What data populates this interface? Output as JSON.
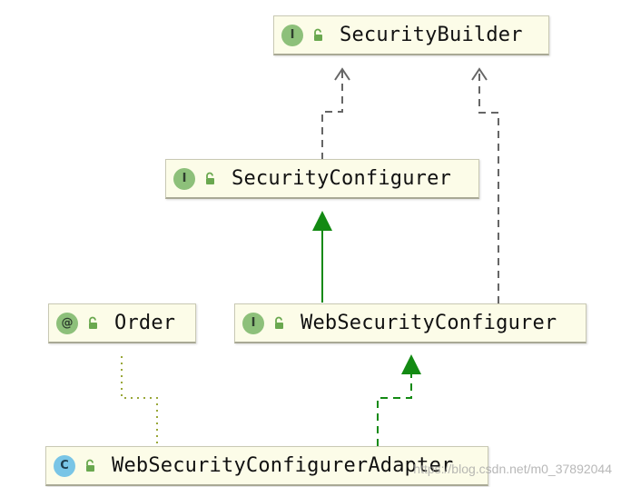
{
  "nodes": {
    "security_builder": {
      "kind": "I",
      "label": "SecurityBuilder"
    },
    "security_configurer": {
      "kind": "I",
      "label": "SecurityConfigurer"
    },
    "order": {
      "kind": "@",
      "label": "Order"
    },
    "web_security_configurer": {
      "kind": "I",
      "label": "WebSecurityConfigurer"
    },
    "web_security_configurer_adapter": {
      "kind": "C",
      "label": "WebSecurityConfigurerAdapter"
    }
  },
  "relations": [
    {
      "from": "security_configurer",
      "to": "security_builder",
      "style": "dashed-open-arrow",
      "color": "#666666"
    },
    {
      "from": "web_security_configurer",
      "to": "security_builder",
      "style": "dashed-open-arrow",
      "color": "#666666"
    },
    {
      "from": "web_security_configurer",
      "to": "security_configurer",
      "style": "solid-filled-arrow",
      "color": "#138a13"
    },
    {
      "from": "web_security_configurer_adapter",
      "to": "web_security_configurer",
      "style": "dashed-filled-arrow",
      "color": "#138a13"
    },
    {
      "from": "web_security_configurer_adapter",
      "to": "order",
      "style": "dotted-line",
      "color": "#9aa83a"
    }
  ],
  "watermark": "https://blog.csdn.net/m0_37892044",
  "colors": {
    "node_fill": "#fcfce8",
    "interface_badge": "#8dc07a",
    "class_badge": "#79c5e6",
    "lock_icon": "#6aa84f"
  }
}
